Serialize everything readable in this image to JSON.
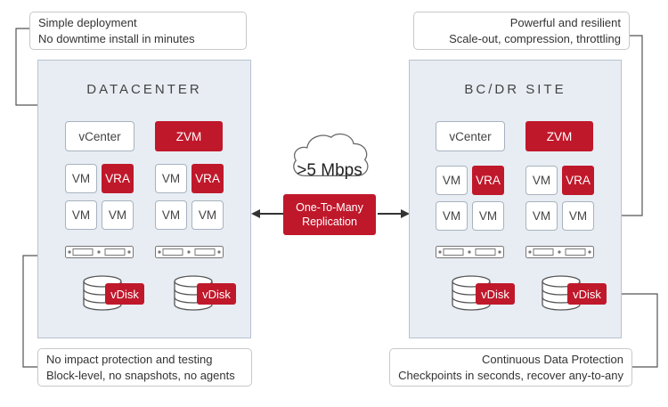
{
  "colors": {
    "accent_red": "#c0182b",
    "site_bg": "#e8edf3",
    "site_border": "#b7c3d0"
  },
  "callouts": {
    "top_left": {
      "line1": "Simple deployment",
      "line2": "No downtime install in minutes"
    },
    "top_right": {
      "line1": "Powerful and resilient",
      "line2": "Scale-out, compression, throttling"
    },
    "bottom_left": {
      "line1": "No impact protection and testing",
      "line2": "Block-level, no snapshots, no agents"
    },
    "bottom_right": {
      "line1": "Continuous Data Protection",
      "line2": "Checkpoints in seconds, recover any-to-any"
    }
  },
  "datacenter": {
    "title": "DATACENTER",
    "vcenter": "vCenter",
    "zvm": "ZVM",
    "vm": "VM",
    "vra": "VRA",
    "vdisk": "vDisk"
  },
  "drsite": {
    "title": "BC/DR SITE",
    "vcenter": "vCenter",
    "zvm": "ZVM",
    "vm": "VM",
    "vra": "VRA",
    "vdisk": "vDisk"
  },
  "link": {
    "bandwidth": ">5 Mbps",
    "replication_line1": "One-To-Many",
    "replication_line2": "Replication"
  },
  "icons": [
    "cloud-icon",
    "server-icon",
    "database-icon",
    "double-arrow-icon"
  ]
}
